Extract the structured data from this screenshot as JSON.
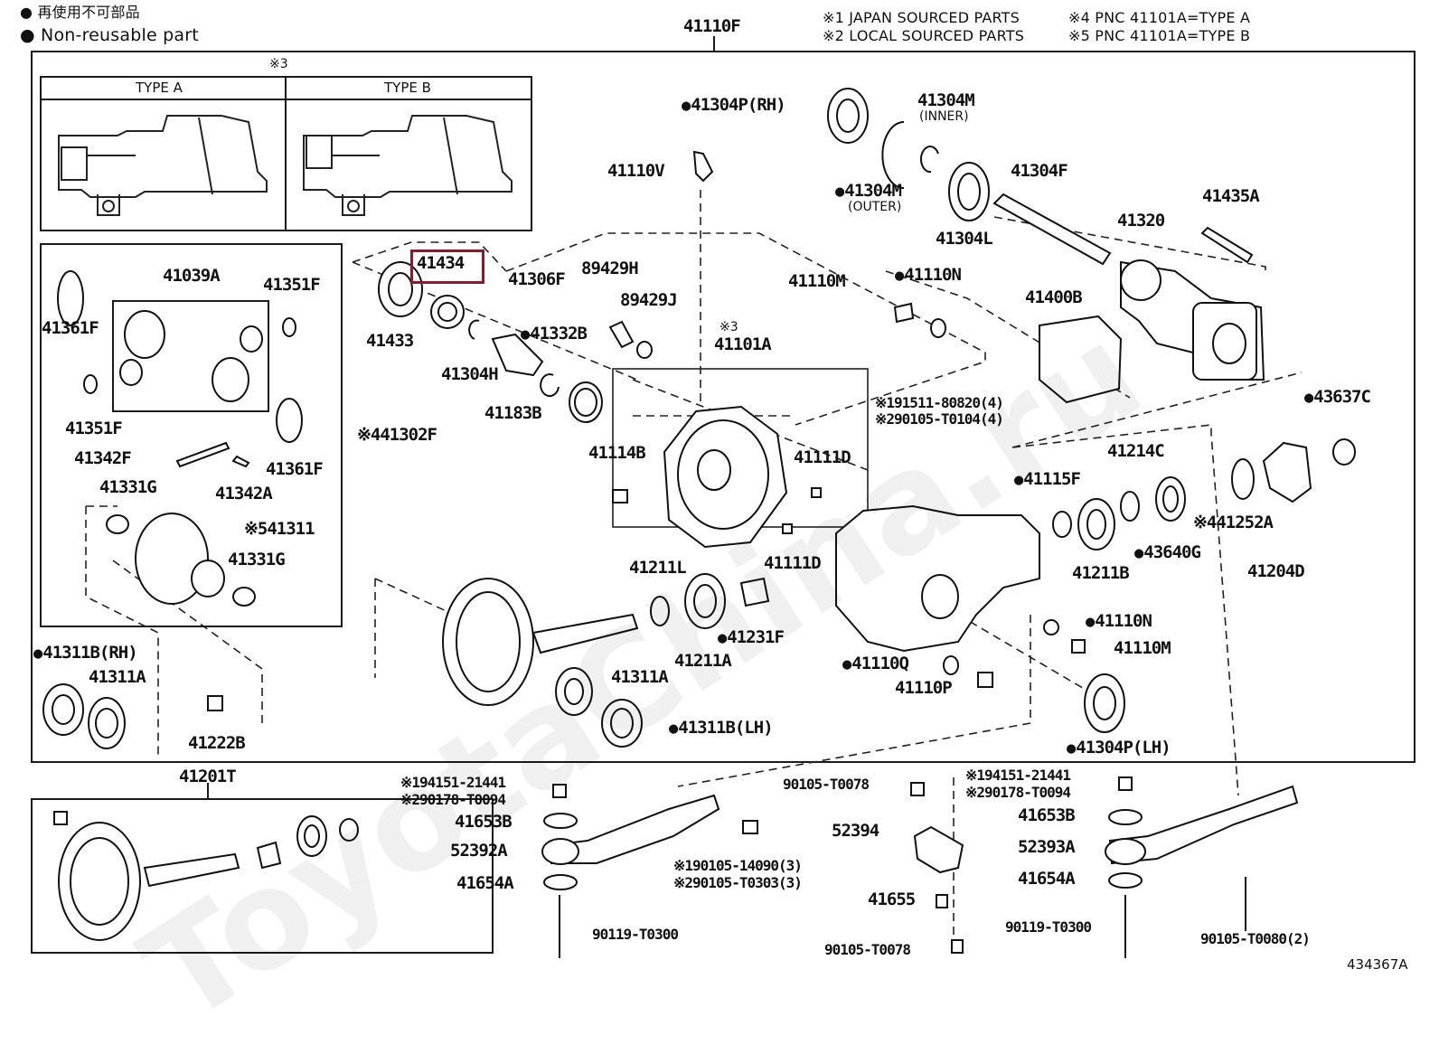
{
  "legend": {
    "jp": "再使用不可部品",
    "en": "Non-reusable part"
  },
  "notes": {
    "n1": "※1 JAPAN SOURCED PARTS",
    "n2": "※2 LOCAL SOURCED PARTS",
    "n4": "※4 PNC 41101A=TYPE A",
    "n5": "※5 PNC 41101A=TYPE B"
  },
  "types": {
    "mark": "※3",
    "a": "TYPE A",
    "b": "TYPE B"
  },
  "diagram_id": "434367A",
  "watermark": "ToyotaChina.ru",
  "highlight_color": "#8b1a2b",
  "labels": {
    "l41110F": "41110F",
    "l41304P_RH": "41304P(RH)",
    "l41304M_inner": "41304M",
    "l41304M_inner_sub": "(INNER)",
    "l41110V": "41110V",
    "l41304M_outer": "41304M",
    "l41304M_outer_sub": "(OUTER)",
    "l41304F": "41304F",
    "l41304L": "41304L",
    "l41435A": "41435A",
    "l41320": "41320",
    "l41434": "41434",
    "l41306F": "41306F",
    "l89429H": "89429H",
    "l89429J": "89429J",
    "l41110M_top": "41110M",
    "l41110N_top": "41110N",
    "l41400B": "41400B",
    "l41039A": "41039A",
    "l41351F_top": "41351F",
    "l41361F_top": "41361F",
    "l41433": "41433",
    "l41332B": "41332B",
    "l41304H": "41304H",
    "l41183B": "41183B",
    "l41101A_mark": "※3",
    "l41101A": "41101A",
    "l191511": "※191511-80820(4)",
    "l290105_T0104": "※290105-T0104(4)",
    "l43637C": "43637C",
    "l41351F_bot": "41351F",
    "l41114B": "41114B",
    "l41111D_top": "41111D",
    "l41214C": "41214C",
    "l41342F": "41342F",
    "l41302F": "※441302F",
    "l41361F_bot": "41361F",
    "l41342A": "41342A",
    "l41331G_top": "41331G",
    "l41115F": "41115F",
    "l41311": "※541311",
    "l41331G_bot": "41331G",
    "l441252A": "※441252A",
    "l41211B": "41211B",
    "l43640G": "43640G",
    "l41204D": "41204D",
    "l41211L": "41211L",
    "l41111D_bot": "41111D",
    "l41110N_bot": "41110N",
    "l41110M_bot": "41110M",
    "l41231F": "41231F",
    "l41211A": "41211A",
    "l41311B_RH": "41311B(RH)",
    "l41311A_left": "41311A",
    "l41311A_mid": "41311A",
    "l41110Q": "41110Q",
    "l41110P": "41110P",
    "l41311B_LH": "41311B(LH)",
    "l41222B": "41222B",
    "l41304P_LH": "41304P(LH)",
    "l41201T": "41201T",
    "l194151_left": "※194151-21441",
    "l290178_left": "※290178-T0094",
    "l90105_T0078_top": "90105-T0078",
    "l194151_right": "※194151-21441",
    "l290178_right": "※290178-T0094",
    "l41653B_left": "41653B",
    "l52392A": "52392A",
    "l52394": "52394",
    "l41653B_right": "41653B",
    "l52393A": "52393A",
    "l190105": "※190105-14090(3)",
    "l290105_T0303": "※290105-T0303(3)",
    "l41654A_left": "41654A",
    "l41654A_right": "41654A",
    "l41655": "41655",
    "l90119_left": "90119-T0300",
    "l90119_right": "90119-T0300",
    "l90105_T0080": "90105-T0080(2)",
    "l90105_T0078_bot": "90105-T0078"
  }
}
